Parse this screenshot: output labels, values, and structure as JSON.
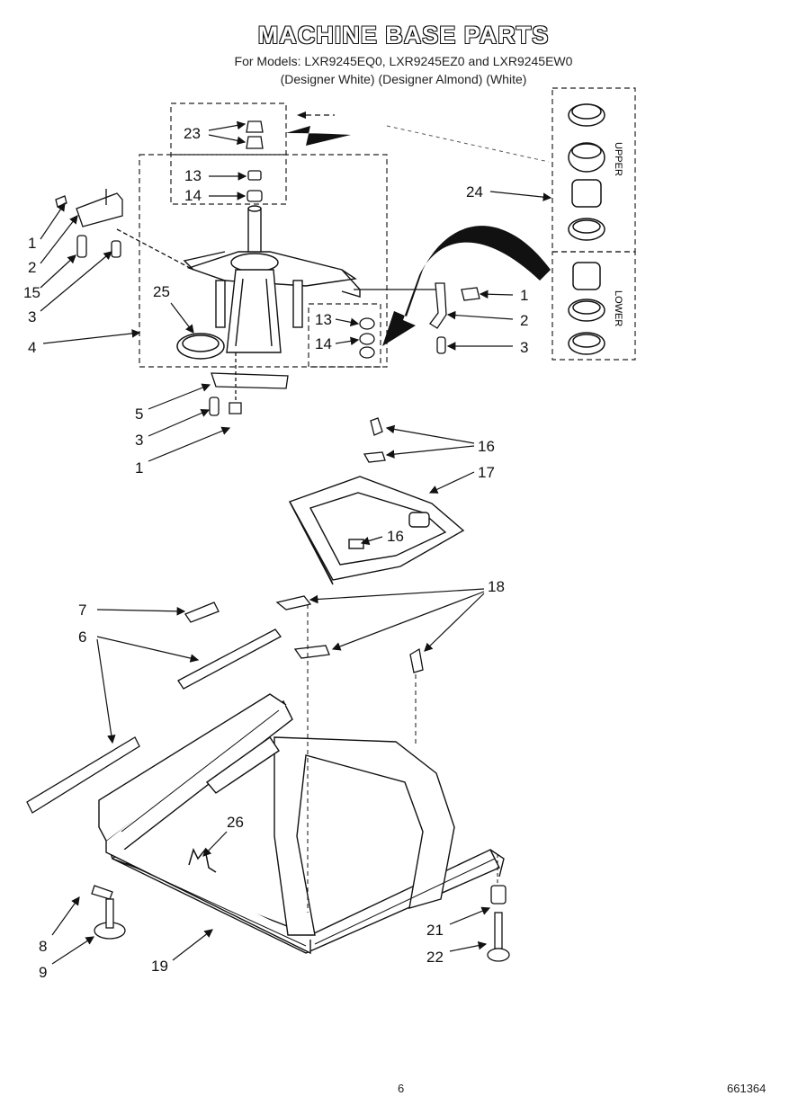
{
  "title": "MACHINE BASE PARTS",
  "subtitle_models": "For Models: LXR9245EQ0, LXR9245EZ0 and LXR9245EW0",
  "subtitle_colors": "(Designer White)  (Designer Almond)  (White)",
  "panel_labels": {
    "upper": "UPPER",
    "lower": "LOWER"
  },
  "callouts": {
    "c23": "23",
    "c13a": "13",
    "c14a": "14",
    "c24": "24",
    "c1a": "1",
    "c2a": "2",
    "c15": "15",
    "c3a": "3",
    "c4": "4",
    "c25": "25",
    "c13b": "13",
    "c14b": "14",
    "c1b": "1",
    "c2b": "2",
    "c3b": "3",
    "c5": "5",
    "c3c": "3",
    "c1c": "1",
    "c16a": "16",
    "c17": "17",
    "c16b": "16",
    "c18": "18",
    "c7": "7",
    "c6": "6",
    "c26": "26",
    "c8": "8",
    "c9": "9",
    "c19": "19",
    "c21": "21",
    "c22": "22"
  },
  "page_number": "6",
  "doc_code": "661364"
}
